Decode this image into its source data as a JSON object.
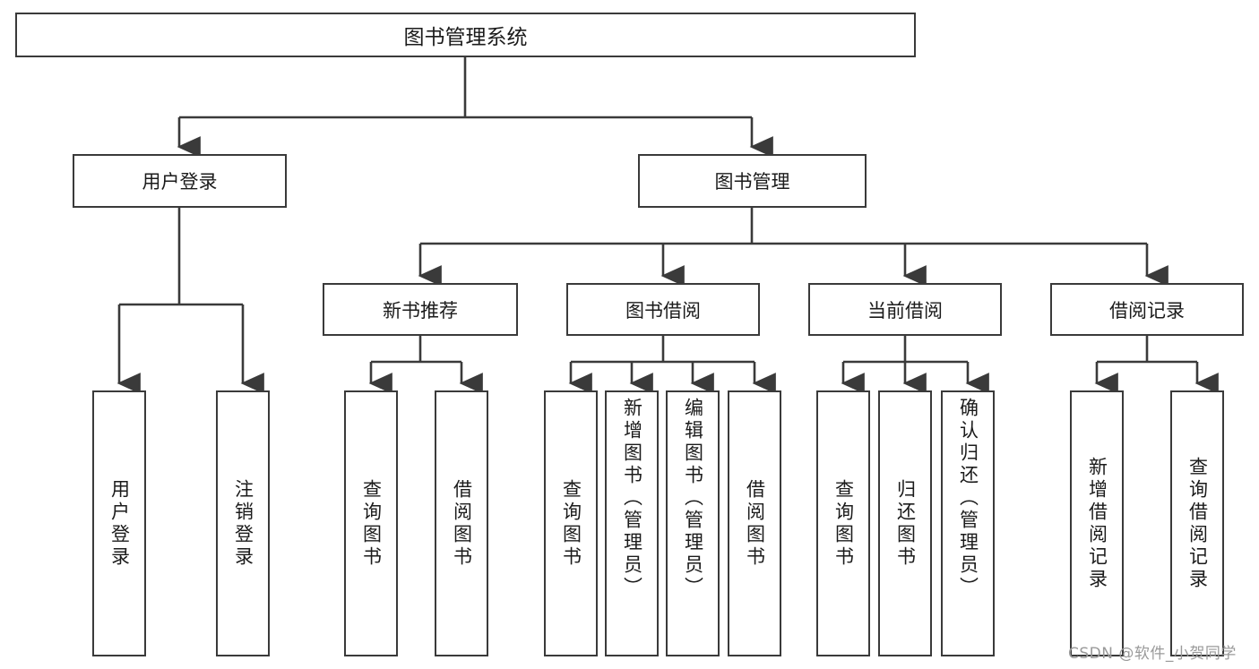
{
  "diagram": {
    "type": "tree",
    "title": "图书管理系统",
    "root": {
      "label": "图书管理系统"
    },
    "level2": [
      {
        "label": "用户登录"
      },
      {
        "label": "图书管理"
      }
    ],
    "level3": [
      {
        "label": "新书推荐"
      },
      {
        "label": "图书借阅"
      },
      {
        "label": "当前借阅"
      },
      {
        "label": "借阅记录"
      }
    ],
    "leaves": {
      "user_login": [
        {
          "label": "用户登录"
        },
        {
          "label": "注销登录"
        }
      ],
      "new_book_recommend": [
        {
          "label": "查询图书"
        },
        {
          "label": "借阅图书"
        }
      ],
      "book_borrow": [
        {
          "label": "查询图书"
        },
        {
          "label": "新增图书（管理员）"
        },
        {
          "label": "编辑图书（管理员）"
        },
        {
          "label": "借阅图书"
        }
      ],
      "current_borrow": [
        {
          "label": "查询图书"
        },
        {
          "label": "归还图书"
        },
        {
          "label": "确认归还（管理员）"
        }
      ],
      "borrow_record": [
        {
          "label": "新增借阅记录"
        },
        {
          "label": "查询借阅记录"
        }
      ]
    }
  },
  "watermark": {
    "text": "CSDN @软件_小贺同学"
  },
  "colors": {
    "stroke": "#3a3a3a",
    "background": "#ffffff",
    "text": "#1b1b1b",
    "watermark": "#9a9a9a"
  }
}
